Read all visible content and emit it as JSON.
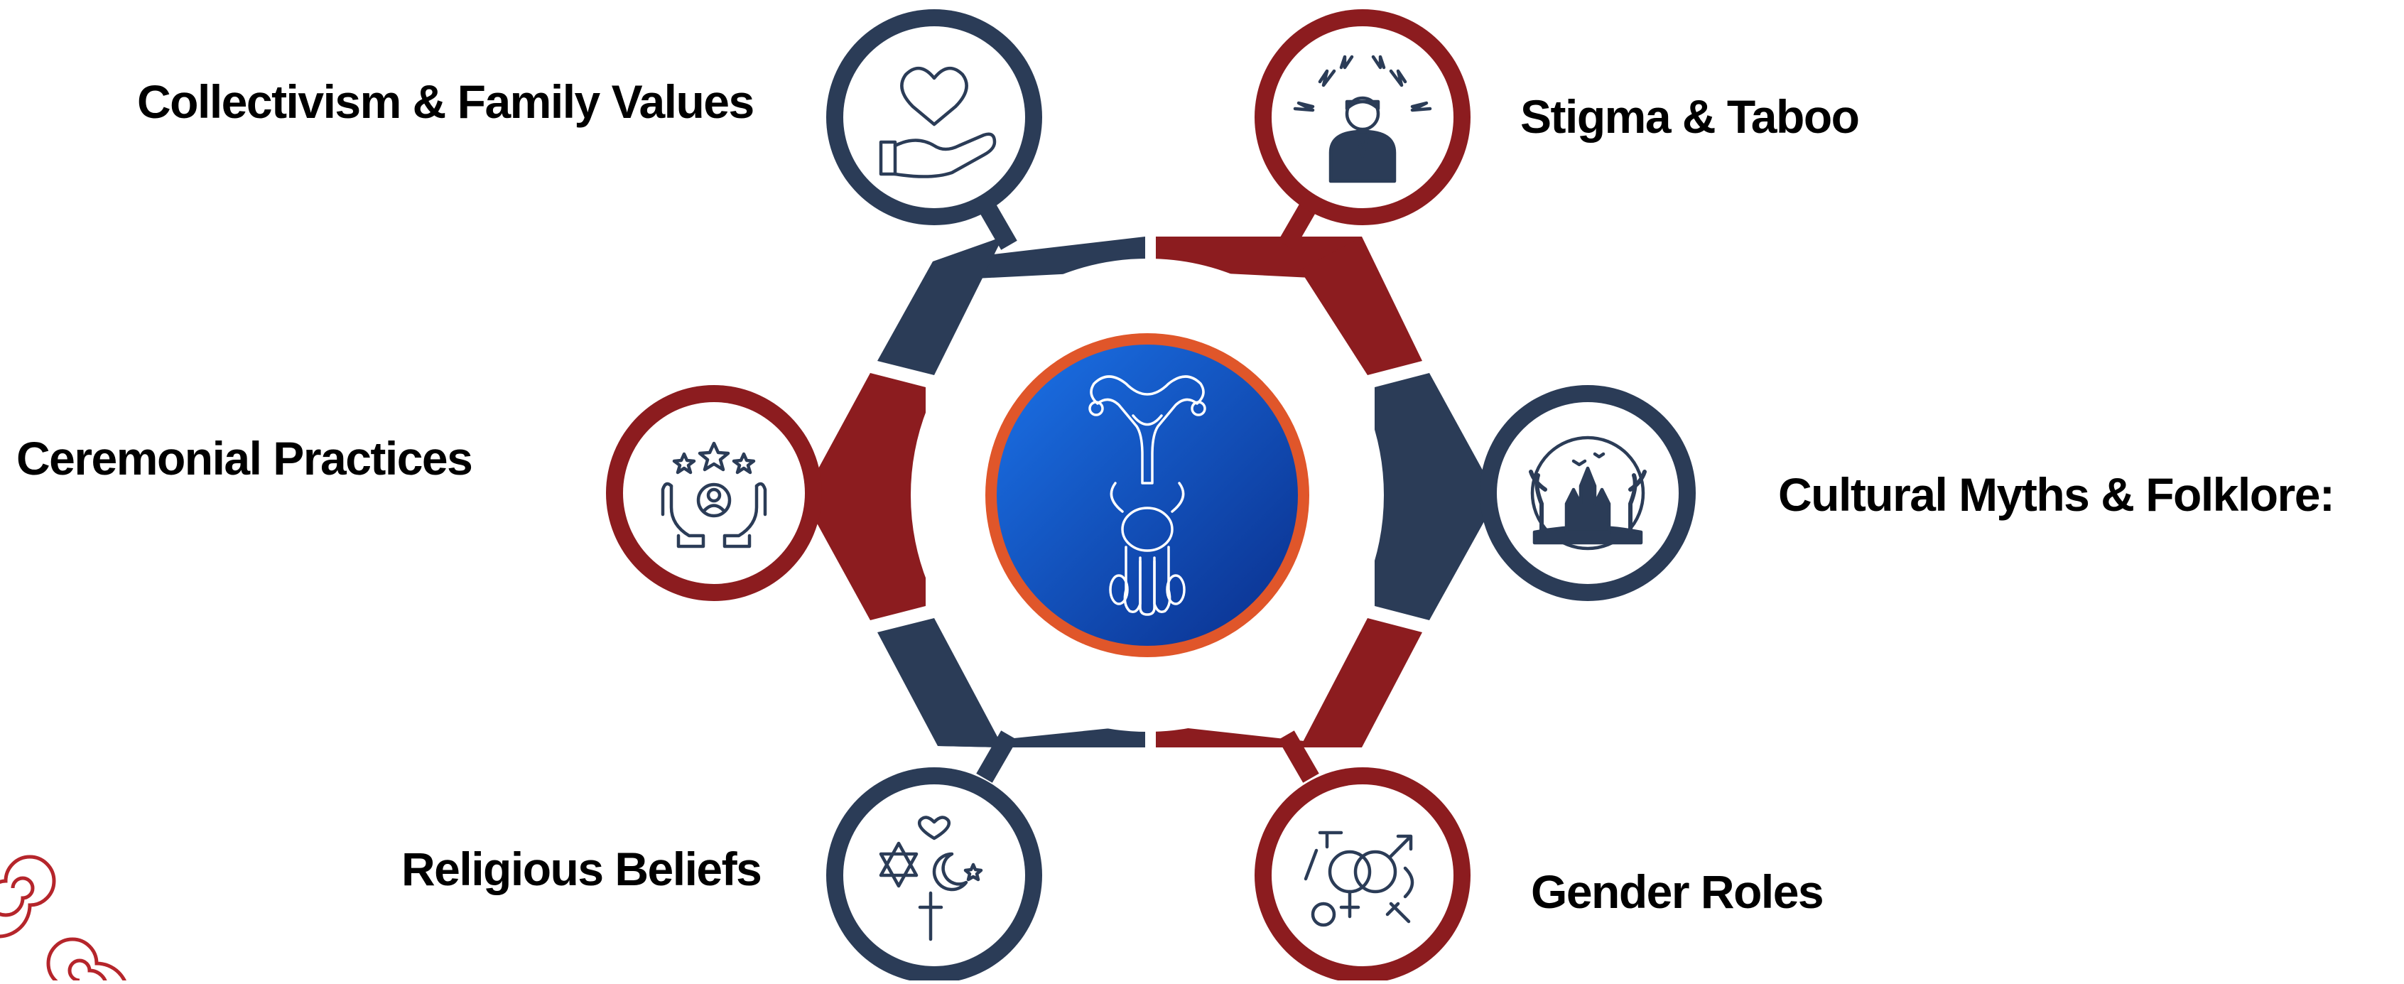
{
  "center": {
    "icon": "reproductive-organs-icon"
  },
  "colors": {
    "navy": "#2b3c57",
    "maroon": "#8c1c1f",
    "center_blue": "#0a4fc0",
    "center_ring": "#e0562a"
  },
  "nodes": [
    {
      "id": "collectivism",
      "label": "Collectivism & Family Values",
      "icon": "heart-in-hand-icon",
      "color": "navy"
    },
    {
      "id": "stigma",
      "label": "Stigma & Taboo",
      "icon": "stressed-person-icon",
      "color": "maroon"
    },
    {
      "id": "ceremonial",
      "label": "Ceremonial Practices",
      "icon": "hands-stars-icon",
      "color": "maroon"
    },
    {
      "id": "myths",
      "label": "Cultural Myths & Folklore:",
      "icon": "haunted-castle-icon",
      "color": "navy"
    },
    {
      "id": "religious",
      "label": "Religious Beliefs",
      "icon": "religious-symbols-icon",
      "color": "navy"
    },
    {
      "id": "gender",
      "label": "Gender Roles",
      "icon": "gender-symbols-icon",
      "color": "maroon"
    }
  ]
}
